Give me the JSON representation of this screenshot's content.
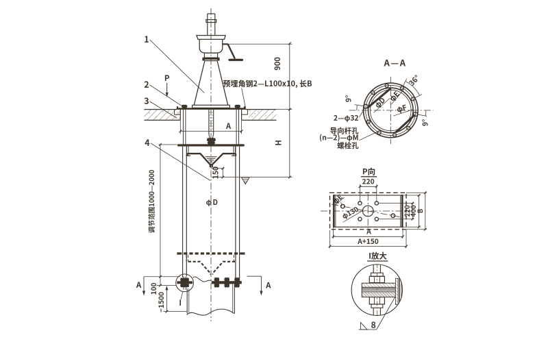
{
  "colors": {
    "background": "#ffffff",
    "ink": "#3d342c"
  },
  "front_view": {
    "balloons": [
      "1",
      "2",
      "3",
      "4"
    ],
    "view_label_p": "P",
    "embedded_note": "预埋角钢2—L100x10, 长B",
    "dim_900": "900",
    "dim_h": "H",
    "dim_a": "A",
    "dim_150": "150",
    "label_phi_d": {
      "phi": "φ",
      "value": "D"
    },
    "dim_range": "调节范围1000—2000",
    "dim_100": "100",
    "dim_minus_1500": "−1500",
    "section_marker": "A",
    "detail_marker": "I"
  },
  "section_aa": {
    "title": "A—A",
    "dim_36": "36°",
    "dim_9_left": "9°",
    "dim_9_right": "9°",
    "label_2phi32": "2—φ32",
    "label_guide": "导向杆孔",
    "label_nm": "(n—2)—φM",
    "label_bolt": "螺栓孔",
    "label_phi_d": "φD",
    "label_phi_e": "φE",
    "label_phi_f": "φF"
  },
  "view_p": {
    "title": "P向",
    "dim_220_top": "220",
    "dim_220_right": "220",
    "dim_400": "400",
    "dim_b": "B",
    "dim_a": "A",
    "dim_a150": "A+150",
    "label_phi_e": "φE",
    "label_phi_130": "φ130"
  },
  "detail_i": {
    "title": "I放大",
    "weld_size": "8"
  }
}
